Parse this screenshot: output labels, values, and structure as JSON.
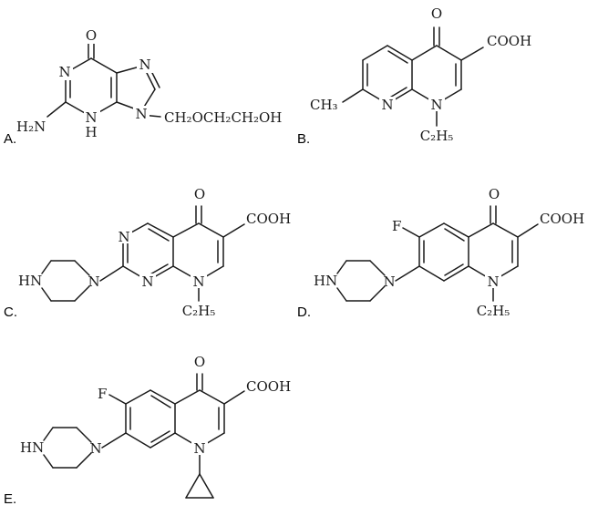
{
  "options": {
    "a": {
      "label": "A."
    },
    "b": {
      "label": "B."
    },
    "c": {
      "label": "C."
    },
    "d": {
      "label": "D."
    },
    "e": {
      "label": "E."
    }
  },
  "structure_a": {
    "o": "O",
    "n1": "N",
    "n3": "N",
    "h3": "H",
    "n7": "N",
    "n9": "N",
    "amine": "H₂N",
    "side_chain": "CH₂OCH₂CH₂OH"
  },
  "structure_b": {
    "o": "O",
    "acid": "COOH",
    "methyl": "CH₃",
    "n8": "N",
    "n1": "N",
    "ethyl": "C₂H₅"
  },
  "structure_c": {
    "o": "O",
    "acid": "COOH",
    "pyr_n_top": "N",
    "pyr_n_bottom": "N",
    "n1": "N",
    "ethyl": "C₂H₅",
    "piperazine_hn": "HN",
    "piperazine_n": "N"
  },
  "structure_d": {
    "o": "O",
    "acid": "COOH",
    "fluorine": "F",
    "n1": "N",
    "ethyl": "C₂H₅",
    "piperazine_hn": "HN",
    "piperazine_n": "N"
  },
  "structure_e": {
    "o": "O",
    "acid": "COOH",
    "fluorine": "F",
    "n1": "N",
    "piperazine_hn": "HN",
    "piperazine_n": "N"
  }
}
